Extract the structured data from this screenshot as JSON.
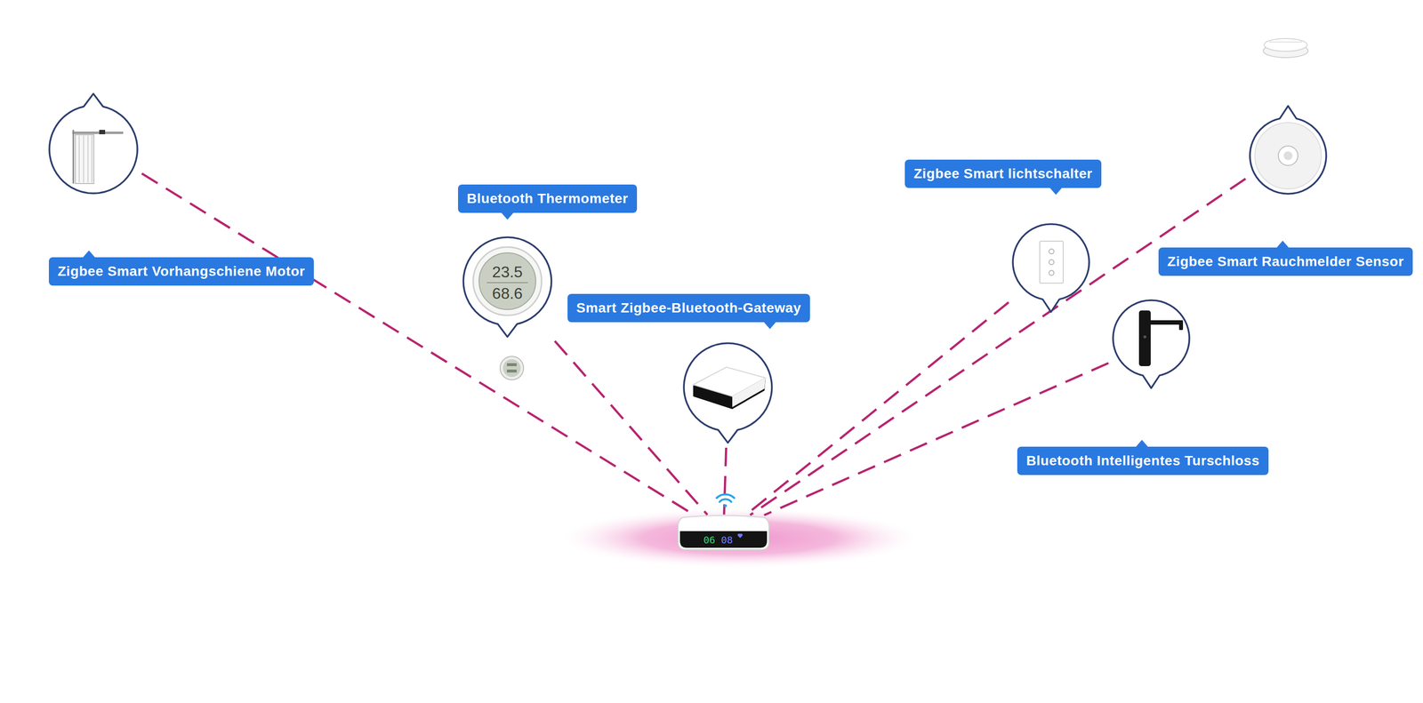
{
  "diagram": {
    "nodes": [
      {
        "text": [
          "Zigbee Smart Vorhangschiene Motor"
        ]
      },
      {
        "text": [
          "Bluetooth Thermometer"
        ]
      },
      {
        "text": [
          "Smart Zigbee-Bluetooth-Gateway"
        ]
      },
      {
        "text": [
          "Zigbee Smart lichtschalter"
        ]
      },
      {
        "text": [
          "Zigbee Smart Rauchmelder Sensor"
        ]
      },
      {
        "text": [
          "Bluetooth Intelligentes Turschloss"
        ]
      },
      {
        "text": [
          "06",
          "08"
        ]
      }
    ],
    "edges": [
      {
        "from": 0,
        "to": 6,
        "arrow": "none"
      },
      {
        "from": 1,
        "to": 6,
        "arrow": "none"
      },
      {
        "from": 2,
        "to": 6,
        "arrow": "none"
      },
      {
        "from": 3,
        "to": 6,
        "arrow": "none"
      },
      {
        "from": 4,
        "to": 6,
        "arrow": "none"
      },
      {
        "from": 5,
        "to": 6,
        "arrow": "none"
      }
    ],
    "labels": [
      "23.5",
      "68.6"
    ]
  }
}
